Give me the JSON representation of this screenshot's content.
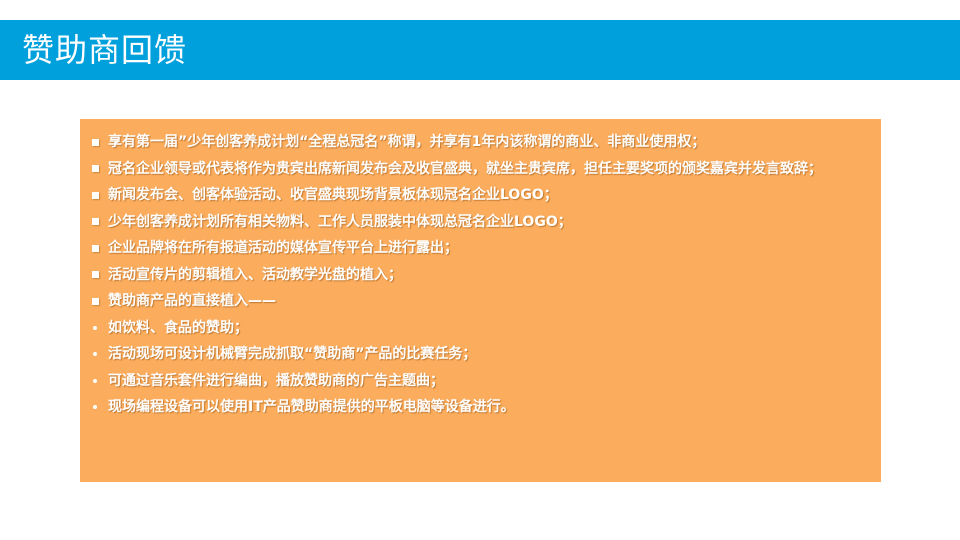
{
  "colors": {
    "title_bar": "#00a0dc",
    "content_box": "#fbac5c",
    "text": "#ffffff"
  },
  "header": {
    "title": "赞助商回馈"
  },
  "content": {
    "items": [
      {
        "marker": "square",
        "text": "享有第一届”少年创客养成计划“全程总冠名”称谓，并享有1年内该称谓的商业、非商业使用权；"
      },
      {
        "marker": "square",
        "text": "冠名企业领导或代表将作为贵宾出席新闻发布会及收官盛典，就坐主贵宾席，担任主要奖项的颁奖嘉宾并发言致辞；"
      },
      {
        "marker": "square",
        "text": "新闻发布会、创客体验活动、收官盛典现场背景板体现冠名企业LOGO；"
      },
      {
        "marker": "square",
        "text": "少年创客养成计划所有相关物料、工作人员服装中体现总冠名企业LOGO；"
      },
      {
        "marker": "square",
        "text": "企业品牌将在所有报道活动的媒体宣传平台上进行露出；"
      },
      {
        "marker": "square",
        "text": "活动宣传片的剪辑植入、活动教学光盘的植入；"
      },
      {
        "marker": "square",
        "text": "赞助商产品的直接植入——"
      },
      {
        "marker": "dot",
        "text": "如饮料、食品的赞助；"
      },
      {
        "marker": "dot",
        "text": "活动现场可设计机械臂完成抓取“赞助商”产品的比赛任务；"
      },
      {
        "marker": "dot",
        "text": "可通过音乐套件进行编曲，播放赞助商的广告主题曲；"
      },
      {
        "marker": "dot",
        "text": "现场编程设备可以使用IT产品赞助商提供的平板电脑等设备进行。"
      }
    ]
  }
}
